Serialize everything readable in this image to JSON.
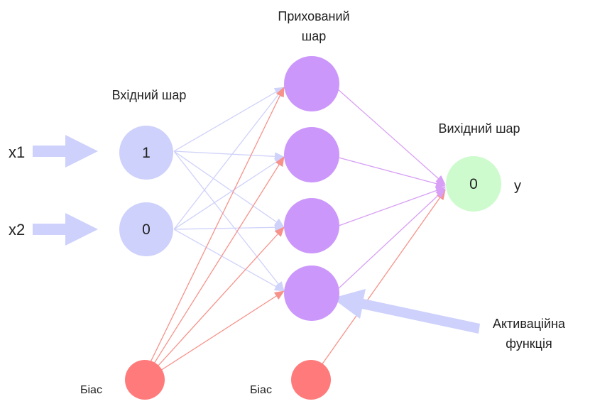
{
  "labels": {
    "input_layer": "Вхідний шар",
    "hidden_layer_line1": "Прихований",
    "hidden_layer_line2": "шар",
    "output_layer": "Вихідний шар",
    "x1": "x1",
    "x2": "x2",
    "output_var": "y",
    "bias1": "Біас",
    "bias2": "Біас",
    "activation_line1": "Активаційна",
    "activation_line2": "функція"
  },
  "nodes": {
    "input_1": "1",
    "input_2": "0",
    "output_1": "0"
  },
  "colors": {
    "input_node": "#cdd1fb",
    "hidden_node": "#cc97fb",
    "output_node": "#cdfbcd",
    "bias_node": "#ff7b7b",
    "input_edge": "#cfd2fa",
    "hidden_edge": "#d79ff5",
    "bias_edge": "#f7928a",
    "big_arrow": "#cdd1fb"
  }
}
